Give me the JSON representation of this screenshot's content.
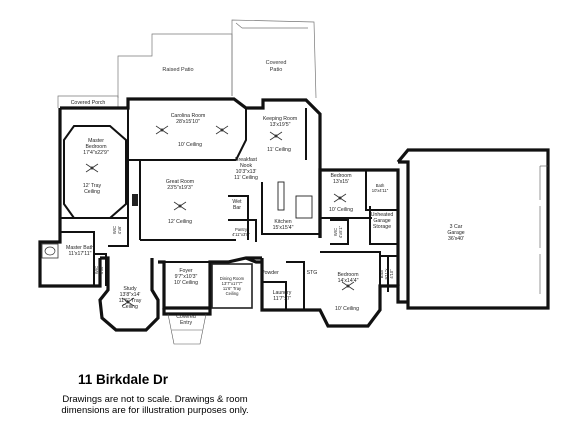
{
  "address": "11 Birkdale Dr",
  "disclaimer_line1": "Drawings are not to scale. Drawings & room",
  "disclaimer_line2": "dimensions are for illustration purposes only.",
  "rooms": {
    "raised_patio": "Raised Patio",
    "covered_patio": [
      "Covered",
      "Patio"
    ],
    "covered_porch": "Covered Porch",
    "carolina_room": [
      "Carolina Room",
      "28'x15'10\"",
      "10' Ceiling"
    ],
    "keeping_room": [
      "Keeping Room",
      "13'x19'5\"",
      "11' Ceiling"
    ],
    "master_bedroom": [
      "Master",
      "Bedroom",
      "17'4\"x22'9\"",
      "12' Tray",
      "Ceiling"
    ],
    "great_room": [
      "Great Room",
      "23'5\"x19'3\"",
      "12' Ceiling"
    ],
    "breakfast_nook": [
      "Breakfast",
      "Nook",
      "10'3\"x13'",
      "11' Ceiling"
    ],
    "wet_bar": [
      "Wet",
      "Bar"
    ],
    "pantry": [
      "Pantry",
      "4'11\"x3'8\""
    ],
    "kitchen": [
      "Kitchen",
      "15'x15'4\""
    ],
    "bedroom_right": [
      "Bedroom",
      "13'x15'",
      "10' Ceiling"
    ],
    "bath_right": [
      "Bath",
      "10'x4'11\""
    ],
    "unheated_storage": [
      "Unheated",
      "Garage",
      "Storage"
    ],
    "garage": [
      "3 Car",
      "Garage",
      "36'x40'"
    ],
    "master_bath": [
      "Master Bath",
      "11'x17'11\""
    ],
    "wic1": [
      "WIC",
      "4'x6'"
    ],
    "wic2": [
      "WIC",
      "4'x6'"
    ],
    "wic3": [
      "WIC",
      "4'x5'1\""
    ],
    "study": [
      "Study",
      "13'8\"x14'",
      "11'6\" Tray",
      "Ceiling"
    ],
    "foyer": [
      "Foyer",
      "9'7\"x10'3\"",
      "10' Ceiling"
    ],
    "dining_room": [
      "Dining Room",
      "13'7\"x17'7\"",
      "11'6\" Tray",
      "Ceiling"
    ],
    "powder": "Powder",
    "stg": "STG",
    "laundry": [
      "Laundry",
      "11'7\"x7'"
    ],
    "bedroom_bottom": [
      "Bedroom",
      "14'x14'4\"",
      "10' Ceiling"
    ],
    "bath_bottom": [
      "Bath",
      "9'11\"x",
      "4'10\""
    ],
    "covered_entry": [
      "Covered",
      "Entry"
    ]
  }
}
